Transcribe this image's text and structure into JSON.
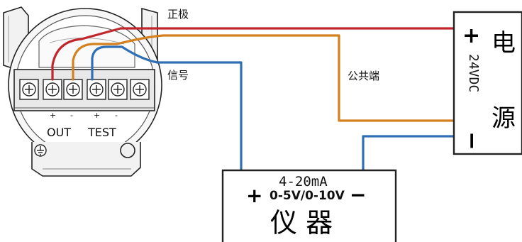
{
  "wire_labels": {
    "positive": "正极",
    "signal": "信号",
    "common": "公共端"
  },
  "transmitter": {
    "terminal_marks": [
      "+",
      "-",
      "+",
      "-"
    ],
    "out_label": "OUT",
    "test_label": "TEST"
  },
  "power_supply": {
    "plus": "+",
    "minus": "−",
    "voltage": "24VDC",
    "name_top": "电",
    "name_bottom": "源"
  },
  "instrument": {
    "plus": "+",
    "minus": "−",
    "range_current": "4-20mA",
    "range_voltage": "0-5V/0-10V",
    "name": "仪 器"
  },
  "colors": {
    "positive_wire": "#c0272d",
    "common_wire": "#d4801e",
    "signal_wire": "#2f6fb5",
    "device_outline": "#222222"
  }
}
